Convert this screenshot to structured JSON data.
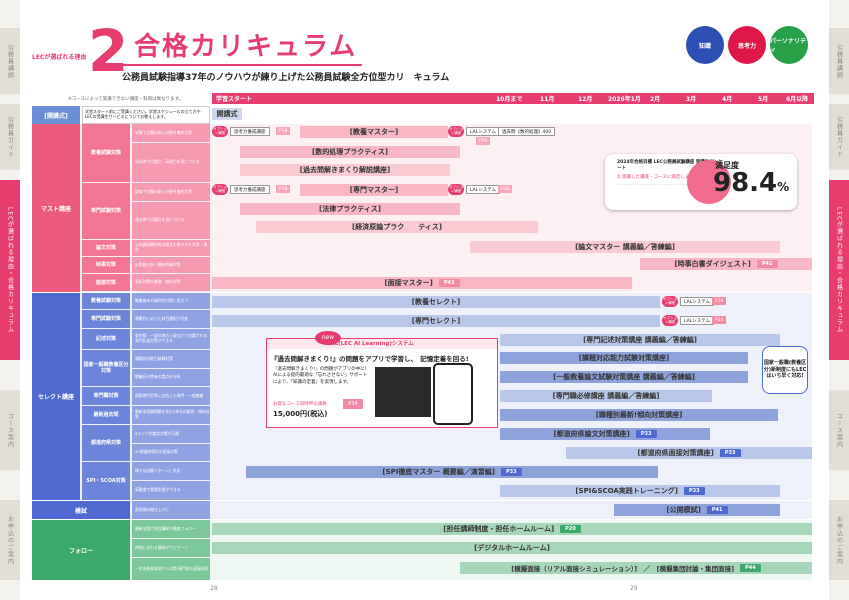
{
  "sidetabs_left": [
    "公務員講師",
    "公務員ガイド",
    "LECが選ばれる理由・合格カリキュラム",
    "コース案内",
    "お申込のご案内"
  ],
  "sidetabs_right": [
    "公務員講師",
    "公務員ガイド",
    "LECが選ばれる理由・合格カリキュラム",
    "コース案内",
    "お申込のご案内"
  ],
  "header": {
    "reason": "LECが選ばれる理由",
    "number": "2",
    "title": "合格カリキュラム",
    "subtitle": "公務員試験指導37年のノウハウが練り上げた公務員試験全方位型カリ　キュラム"
  },
  "circles": [
    {
      "label": "知識",
      "color": "#2b4fb3"
    },
    {
      "label": "思考力",
      "color": "#e0184a"
    },
    {
      "label": "パーソナリティ",
      "color": "#28a048"
    }
  ],
  "note": "※コースによって受講できない講座・科目は異なります。",
  "timeline": {
    "start": "学習スタート",
    "months": [
      "10月まで",
      "11月",
      "12月",
      "2026年1月",
      "2月",
      "3月",
      "4月",
      "5月",
      "6月以降"
    ]
  },
  "rows": {
    "kiso_head": "[開講式]",
    "kiso_label": "開講式",
    "kiso_desc1": "学習スタート前にご受講ください。学習スケジュールの立て方やLECの受講生サービスについてお教えします。",
    "master": "マスト講座",
    "seleсt": "セレクト講座",
    "kyoyo": "教養試験対策",
    "senmon": "専門試験対策",
    "ronbun": "論文対策",
    "jiji": "時事対策",
    "mensetsu": "面接対策",
    "d_kyoyo1": "試験で出題の高い分野を徹底学習",
    "d_kyoyo2": "過去問で出題力・高得力を身につける",
    "d_senmon1": "試験で出題の高い分野を徹底学習",
    "d_senmon2": "過去問で出題力を身につける",
    "d_ronbun": "公務員試験特有の論文の書き方を学習・演習",
    "d_jiji": "出題数の多い最新時事対策",
    "d_mensetsu": "面接対策の基礎・傾向対策",
    "sel": "セレクト講座",
    "s_kyoyo": "教養試験対策",
    "s_senmon": "専門試験対策",
    "s_kijutsu": "記述対策",
    "s_kokka": "国家一般職教養区分対策",
    "s_senmonshoku": "専門職対策",
    "s_saishin": "最新過去問",
    "s_todofuken": "都道府県対策",
    "s_spi": "SPI・SCOA対策",
    "d_s_kyoyo": "教養基本の福利性対策に役立つ",
    "d_s_senmon": "頻繁共に応じた科目選択が可能",
    "d_s_kijutsu": "東京都・一部の地方上級などで出題される専門記述対策ができる",
    "d_s_kokka1": "課題対応能力試験対策",
    "d_s_kokka2": "教養区分特有の論点を分析",
    "d_s_senmonshoku": "国税専門官等に対応した専門・一般教養",
    "d_s_saishin": "最新本試験問題を含む3年分の解説・傾向対策",
    "d_s_todo1": "6エリア別論文対策が可能",
    "d_s_todo2": "47都道府県別の面接対策",
    "d_s_spi1": "様々な出題パターンに対応",
    "d_s_spi2": "高難度で実践学習ができる",
    "mogi": "模試",
    "d_mogi": "直前期の総仕上げに",
    "follow": "フォロー",
    "d_follow1": "最新全国で担任講師が徹底フォロー",
    "d_follow2": "時期に合わせ講師がナビゲート",
    "d_follow3": "一次合格発表前から対策!専門家の面接指導"
  },
  "bars": {
    "kyoyo_master": "[教養マスター]",
    "suuteki": "[数的処理プラクティス]",
    "kakomon_kyoyo": "[過去問解きまくり解説講座]",
    "senmon_master": "[専門マスター]",
    "hogaku": "[法律プラクティス]",
    "keizai": "[経済原論プラク　　ティス]",
    "ronbun_master": "[論文マスター 講義編／答練編]",
    "jiji": "[時事白書ダイジェスト]",
    "jiji_p": "P41",
    "mensetsu_master": "[面接マスター]",
    "mensetsu_p": "P43",
    "kyoyo_select": "[教養セレクト]",
    "senmon_select": "[専門セレクト]",
    "kijutsu": "[専門記述対策講座 講義編／答練編]",
    "kadai": "[課題対応能力試験対策講座]",
    "ippan": "[一般教養論文試験対策講座 講義編／答練編]",
    "senmonshoku": "[専門職必修講座 講義編／答練編]",
    "shokushu": "[職種別最新!傾向対策講座]",
    "todo_ronbun": "[都道府県論文対策講座]",
    "todo_ronbun_p": "P33",
    "todo_mensetsu": "[都道府県面接対策講座]",
    "todo_mensetsu_p": "P33",
    "spi_master": "[SPI徹底マスター 概要編／演習編]",
    "spi_p": "P33",
    "scoa": "[SPI&SCOA実践トレーニング]",
    "scoa_p": "P33",
    "mogi": "[公開模試]",
    "mogi_p": "P41",
    "tannin": "[担任講師制度・担任ホームルーム]",
    "tannin_p": "P20",
    "digital": "[デジタルホームルーム]",
    "mensetsu_sim": "[模擬面接（リアル面接シミュレーション）]　／　[模擬集団討論・集団面接]",
    "mensetsu_sim_p": "P44"
  },
  "small": {
    "opt": "オプション講座",
    "shiko": "思考力養成講座",
    "p18": "P18",
    "lal": "LALシステム",
    "kako400": "過去問《数的処理》400",
    "p36": "P36",
    "p34": "P34"
  },
  "survey": {
    "title": "2024年合格目標 LEC公務員試験講座 受講生アンケート",
    "q": "Q 受講した講座・コースに満足しましたか?",
    "label": "満足度",
    "value": "98.4",
    "unit": "%"
  },
  "lal_box": {
    "header": "LAL(LEC Ai Learning)システム",
    "new": "new",
    "headline": "『過去問解きまくり!』の問題をアプリで学習し、",
    "headline2": "記憶定着を回る!",
    "body": "『過去問解きまくり!』の問題がアプリの中に! AIによる提的最適な「忘れさせない」サポートにより、「知識の定着」を実現します。",
    "price_label": "お得なコース同時申込価格",
    "price": "15,000円(税込)",
    "tag": "P34"
  },
  "callout": "国家一般職(教養区分)新制度にもLECはいち早く対応!",
  "pages": {
    "left": "28",
    "right": "29"
  }
}
